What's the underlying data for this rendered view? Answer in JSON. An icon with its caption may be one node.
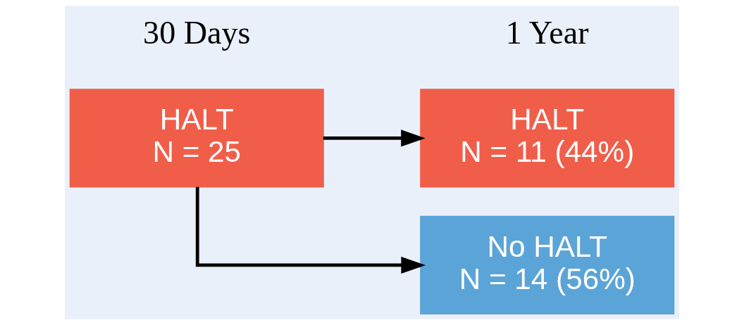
{
  "diagram": {
    "nodes": [
      {
        "text": [
          "HALT",
          "N = 25"
        ]
      },
      {
        "text": [
          "HALT",
          "N = 11 (44%)"
        ]
      },
      {
        "text": [
          "No HALT",
          "N = 14 (56%)"
        ]
      }
    ],
    "edges": [
      {
        "from": 0,
        "to": 1,
        "arrow": "to"
      },
      {
        "from": 0,
        "to": 2,
        "arrow": "to"
      }
    ],
    "labels": [
      "30 Days",
      "1 Year"
    ]
  }
}
